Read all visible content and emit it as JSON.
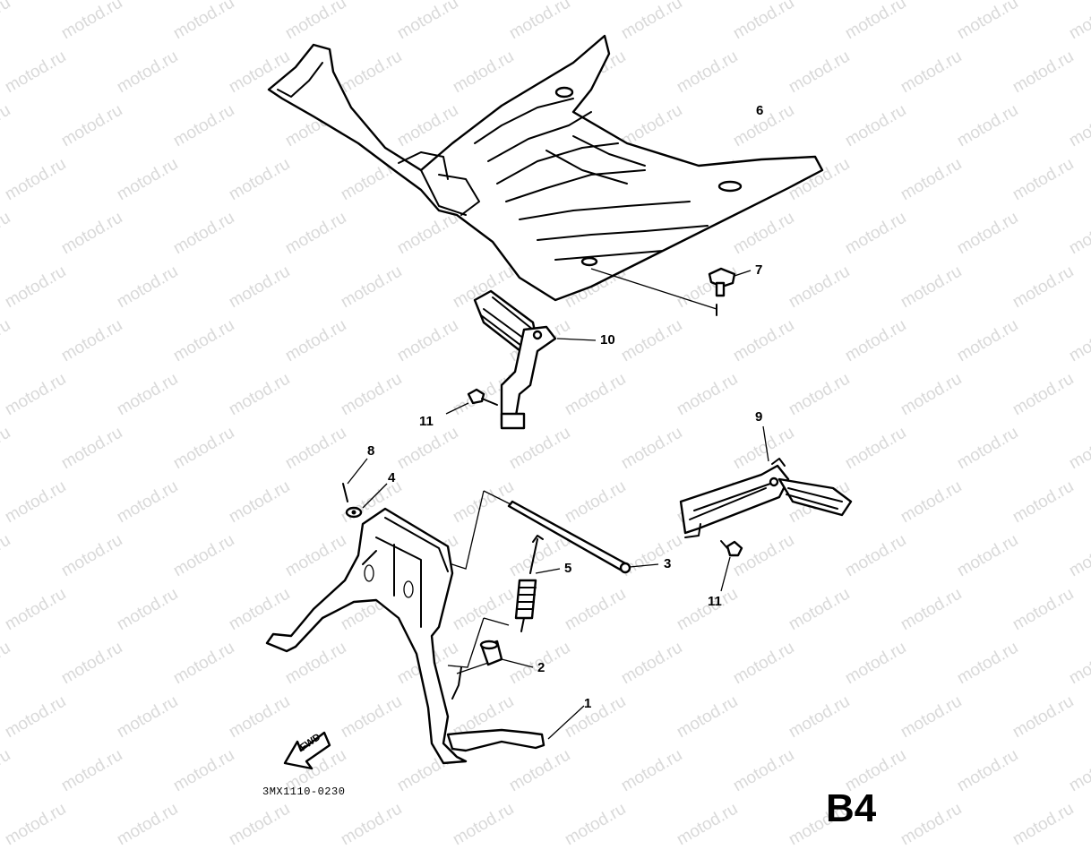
{
  "watermark": "motod.ru",
  "diagram_code": "3MX1110-0230",
  "corner_mark": "B4",
  "fwd_label": "FWD",
  "callouts": [
    {
      "id": "1",
      "text": "1"
    },
    {
      "id": "2",
      "text": "2"
    },
    {
      "id": "3",
      "text": "3"
    },
    {
      "id": "4",
      "text": "4"
    },
    {
      "id": "5",
      "text": "5"
    },
    {
      "id": "6",
      "text": "6"
    },
    {
      "id": "7",
      "text": "7"
    },
    {
      "id": "8",
      "text": "8"
    },
    {
      "id": "9",
      "text": "9"
    },
    {
      "id": "10",
      "text": "10"
    },
    {
      "id": "11a",
      "text": "11"
    },
    {
      "id": "11b",
      "text": "11"
    }
  ]
}
